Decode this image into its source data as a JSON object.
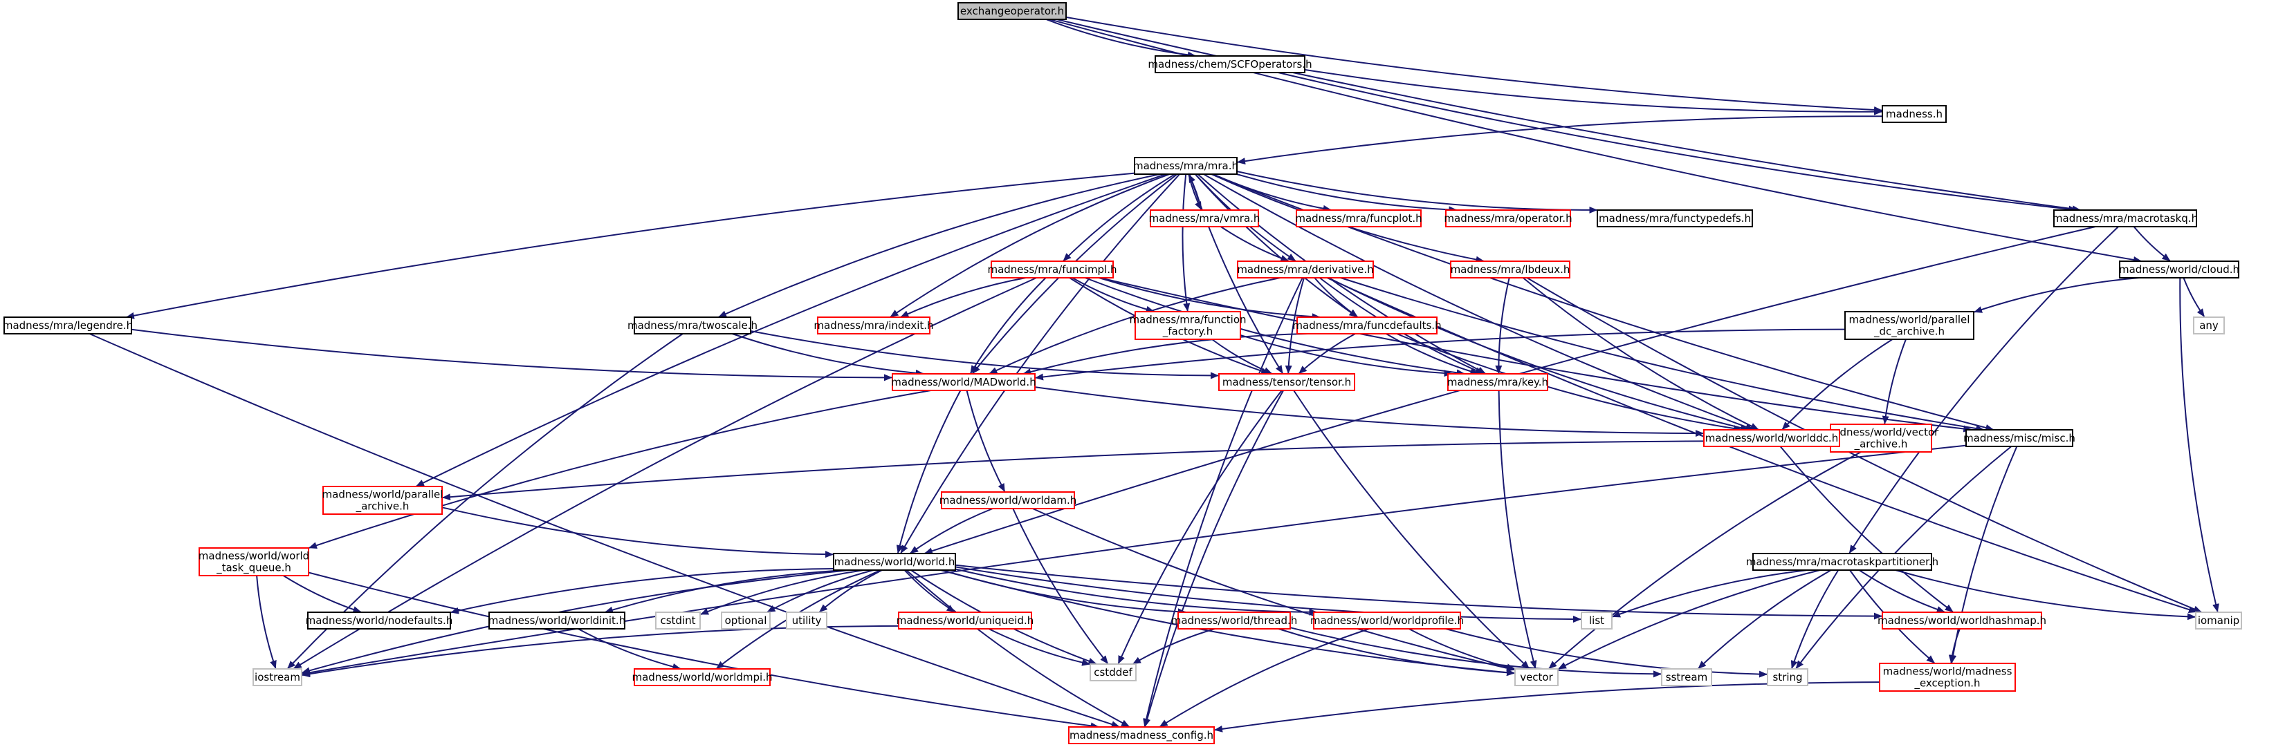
{
  "diagram": {
    "nodes": [
      {
        "id": "n_exchangeoperator",
        "lines": [
          "exchangeoperator.h"
        ],
        "kind": "root"
      },
      {
        "id": "n_scfoperators",
        "lines": [
          "madness/chem/SCFOperators.h"
        ],
        "kind": "normal"
      },
      {
        "id": "n_madness",
        "lines": [
          "madness.h"
        ],
        "kind": "normal"
      },
      {
        "id": "n_mra",
        "lines": [
          "madness/mra/mra.h"
        ],
        "kind": "normal"
      },
      {
        "id": "n_vmra",
        "lines": [
          "madness/mra/vmra.h"
        ],
        "kind": "truncated"
      },
      {
        "id": "n_funcplot",
        "lines": [
          "madness/mra/funcplot.h"
        ],
        "kind": "truncated"
      },
      {
        "id": "n_operator",
        "lines": [
          "madness/mra/operator.h"
        ],
        "kind": "truncated"
      },
      {
        "id": "n_functypedefs",
        "lines": [
          "madness/mra/functypedefs.h"
        ],
        "kind": "normal"
      },
      {
        "id": "n_macrotaskq",
        "lines": [
          "madness/mra/macrotaskq.h"
        ],
        "kind": "normal"
      },
      {
        "id": "n_cloud",
        "lines": [
          "madness/world/cloud.h"
        ],
        "kind": "normal"
      },
      {
        "id": "n_funcimpl",
        "lines": [
          "madness/mra/funcimpl.h"
        ],
        "kind": "truncated"
      },
      {
        "id": "n_derivative",
        "lines": [
          "madness/mra/derivative.h"
        ],
        "kind": "truncated"
      },
      {
        "id": "n_lbdeux",
        "lines": [
          "madness/mra/lbdeux.h"
        ],
        "kind": "truncated"
      },
      {
        "id": "n_any",
        "lines": [
          "any"
        ],
        "kind": "system"
      },
      {
        "id": "n_legendre",
        "lines": [
          "madness/mra/legendre.h"
        ],
        "kind": "normal"
      },
      {
        "id": "n_twoscale",
        "lines": [
          "madness/mra/twoscale.h"
        ],
        "kind": "normal"
      },
      {
        "id": "n_indexit",
        "lines": [
          "madness/mra/indexit.h"
        ],
        "kind": "truncated"
      },
      {
        "id": "n_function_factory",
        "lines": [
          "madness/mra/function",
          "_factory.h"
        ],
        "kind": "truncated"
      },
      {
        "id": "n_funcdefaults",
        "lines": [
          "madness/mra/funcdefaults.h"
        ],
        "kind": "truncated"
      },
      {
        "id": "n_parallel_dc_archive",
        "lines": [
          "madness/world/parallel",
          "_dc_archive.h"
        ],
        "kind": "normal"
      },
      {
        "id": "n_madworld",
        "lines": [
          "madness/world/MADworld.h"
        ],
        "kind": "truncated"
      },
      {
        "id": "n_tensor",
        "lines": [
          "madness/tensor/tensor.h"
        ],
        "kind": "truncated"
      },
      {
        "id": "n_key",
        "lines": [
          "madness/mra/key.h"
        ],
        "kind": "truncated"
      },
      {
        "id": "n_vector_archive",
        "lines": [
          "madness/world/vector",
          "_archive.h"
        ],
        "kind": "truncated"
      },
      {
        "id": "n_worlddc",
        "lines": [
          "madness/world/worlddc.h"
        ],
        "kind": "truncated"
      },
      {
        "id": "n_misc",
        "lines": [
          "madness/misc/misc.h"
        ],
        "kind": "normal"
      },
      {
        "id": "n_parallel_archive",
        "lines": [
          "madness/world/parallel",
          "_archive.h"
        ],
        "kind": "truncated"
      },
      {
        "id": "n_worldam",
        "lines": [
          "madness/world/worldam.h"
        ],
        "kind": "truncated"
      },
      {
        "id": "n_world_task_queue",
        "lines": [
          "madness/world/world",
          "_task_queue.h"
        ],
        "kind": "truncated"
      },
      {
        "id": "n_world",
        "lines": [
          "madness/world/world.h"
        ],
        "kind": "normal"
      },
      {
        "id": "n_macrotaskpartitioner",
        "lines": [
          "madness/mra/macrotaskpartitioner.h"
        ],
        "kind": "normal"
      },
      {
        "id": "n_nodefaults",
        "lines": [
          "madness/world/nodefaults.h"
        ],
        "kind": "normal"
      },
      {
        "id": "n_worldinit",
        "lines": [
          "madness/world/worldinit.h"
        ],
        "kind": "normal"
      },
      {
        "id": "n_cstdint",
        "lines": [
          "cstdint"
        ],
        "kind": "system"
      },
      {
        "id": "n_optional",
        "lines": [
          "optional"
        ],
        "kind": "system"
      },
      {
        "id": "n_utility",
        "lines": [
          "utility"
        ],
        "kind": "system"
      },
      {
        "id": "n_uniqueid",
        "lines": [
          "madness/world/uniqueid.h"
        ],
        "kind": "truncated"
      },
      {
        "id": "n_thread",
        "lines": [
          "madness/world/thread.h"
        ],
        "kind": "truncated"
      },
      {
        "id": "n_worldprofile",
        "lines": [
          "madness/world/worldprofile.h"
        ],
        "kind": "truncated"
      },
      {
        "id": "n_list",
        "lines": [
          "list"
        ],
        "kind": "system"
      },
      {
        "id": "n_worldhashmap",
        "lines": [
          "madness/world/worldhashmap.h"
        ],
        "kind": "truncated"
      },
      {
        "id": "n_iomanip",
        "lines": [
          "iomanip"
        ],
        "kind": "system"
      },
      {
        "id": "n_iostream",
        "lines": [
          "iostream"
        ],
        "kind": "system"
      },
      {
        "id": "n_worldmpi",
        "lines": [
          "madness/world/worldmpi.h"
        ],
        "kind": "truncated"
      },
      {
        "id": "n_cstddef",
        "lines": [
          "cstddef"
        ],
        "kind": "system"
      },
      {
        "id": "n_vector",
        "lines": [
          "vector"
        ],
        "kind": "system"
      },
      {
        "id": "n_sstream",
        "lines": [
          "sstream"
        ],
        "kind": "system"
      },
      {
        "id": "n_string",
        "lines": [
          "string"
        ],
        "kind": "system"
      },
      {
        "id": "n_madness_exception",
        "lines": [
          "madness/world/madness",
          "_exception.h"
        ],
        "kind": "truncated"
      },
      {
        "id": "n_madness_config",
        "lines": [
          "madness/madness_config.h"
        ],
        "kind": "truncated"
      }
    ],
    "edges": [
      [
        "n_exchangeoperator",
        "n_scfoperators"
      ],
      [
        "n_exchangeoperator",
        "n_madness"
      ],
      [
        "n_exchangeoperator",
        "n_macrotaskq"
      ],
      [
        "n_exchangeoperator",
        "n_cloud"
      ],
      [
        "n_scfoperators",
        "n_madness"
      ],
      [
        "n_scfoperators",
        "n_macrotaskq"
      ],
      [
        "n_madness",
        "n_mra"
      ],
      [
        "n_mra",
        "n_vmra"
      ],
      [
        "n_mra",
        "n_funcplot"
      ],
      [
        "n_mra",
        "n_operator"
      ],
      [
        "n_mra",
        "n_functypedefs"
      ],
      [
        "n_mra",
        "n_legendre"
      ],
      [
        "n_mra",
        "n_twoscale"
      ],
      [
        "n_mra",
        "n_indexit"
      ],
      [
        "n_mra",
        "n_funcimpl"
      ],
      [
        "n_mra",
        "n_function_factory"
      ],
      [
        "n_mra",
        "n_derivative"
      ],
      [
        "n_mra",
        "n_lbdeux"
      ],
      [
        "n_mra",
        "n_funcdefaults"
      ],
      [
        "n_mra",
        "n_madworld"
      ],
      [
        "n_mra",
        "n_tensor"
      ],
      [
        "n_mra",
        "n_key"
      ],
      [
        "n_mra",
        "n_worlddc"
      ],
      [
        "n_mra",
        "n_misc"
      ],
      [
        "n_mra",
        "n_parallel_archive"
      ],
      [
        "n_mra",
        "n_world"
      ],
      [
        "n_vmra",
        "n_mra"
      ],
      [
        "n_vmra",
        "n_derivative"
      ],
      [
        "n_macrotaskq",
        "n_cloud"
      ],
      [
        "n_macrotaskq",
        "n_macrotaskpartitioner"
      ],
      [
        "n_macrotaskq",
        "n_world"
      ],
      [
        "n_cloud",
        "n_any"
      ],
      [
        "n_cloud",
        "n_parallel_dc_archive"
      ],
      [
        "n_cloud",
        "n_iomanip"
      ],
      [
        "n_funcimpl",
        "n_indexit"
      ],
      [
        "n_funcimpl",
        "n_function_factory"
      ],
      [
        "n_funcimpl",
        "n_madworld"
      ],
      [
        "n_funcimpl",
        "n_tensor"
      ],
      [
        "n_funcimpl",
        "n_key"
      ],
      [
        "n_funcimpl",
        "n_funcdefaults"
      ],
      [
        "n_funcimpl",
        "n_iostream"
      ],
      [
        "n_funcimpl",
        "n_misc"
      ],
      [
        "n_derivative",
        "n_madworld"
      ],
      [
        "n_derivative",
        "n_funcdefaults"
      ],
      [
        "n_derivative",
        "n_tensor"
      ],
      [
        "n_derivative",
        "n_key"
      ],
      [
        "n_derivative",
        "n_worlddc"
      ],
      [
        "n_derivative",
        "n_misc"
      ],
      [
        "n_derivative",
        "n_iomanip"
      ],
      [
        "n_derivative",
        "n_madness_config"
      ],
      [
        "n_lbdeux",
        "n_key"
      ],
      [
        "n_lbdeux",
        "n_worlddc"
      ],
      [
        "n_lbdeux",
        "n_iomanip"
      ],
      [
        "n_legendre",
        "n_madworld"
      ],
      [
        "n_legendre",
        "n_madness_config"
      ],
      [
        "n_twoscale",
        "n_madworld"
      ],
      [
        "n_twoscale",
        "n_tensor"
      ],
      [
        "n_twoscale",
        "n_iostream"
      ],
      [
        "n_function_factory",
        "n_tensor"
      ],
      [
        "n_function_factory",
        "n_key"
      ],
      [
        "n_funcdefaults",
        "n_madworld"
      ],
      [
        "n_funcdefaults",
        "n_tensor"
      ],
      [
        "n_funcdefaults",
        "n_key"
      ],
      [
        "n_funcdefaults",
        "n_worlddc"
      ],
      [
        "n_parallel_dc_archive",
        "n_madworld"
      ],
      [
        "n_parallel_dc_archive",
        "n_worlddc"
      ],
      [
        "n_parallel_dc_archive",
        "n_vector_archive"
      ],
      [
        "n_madworld",
        "n_worlddc"
      ],
      [
        "n_madworld",
        "n_worldam"
      ],
      [
        "n_madworld",
        "n_world"
      ],
      [
        "n_madworld",
        "n_world_task_queue"
      ],
      [
        "n_tensor",
        "n_cstddef"
      ],
      [
        "n_tensor",
        "n_vector"
      ],
      [
        "n_tensor",
        "n_madness_config"
      ],
      [
        "n_key",
        "n_vector"
      ],
      [
        "n_vector_archive",
        "n_vector"
      ],
      [
        "n_worlddc",
        "n_parallel_archive"
      ],
      [
        "n_worlddc",
        "n_worldhashmap"
      ],
      [
        "n_misc",
        "n_iostream"
      ],
      [
        "n_misc",
        "n_string"
      ],
      [
        "n_misc",
        "n_madness_exception"
      ],
      [
        "n_parallel_archive",
        "n_world"
      ],
      [
        "n_worldam",
        "n_world"
      ],
      [
        "n_worldam",
        "n_cstddef"
      ],
      [
        "n_worldam",
        "n_vector"
      ],
      [
        "n_world_task_queue",
        "n_nodefaults"
      ],
      [
        "n_world_task_queue",
        "n_iostream"
      ],
      [
        "n_world_task_queue",
        "n_madness_config"
      ],
      [
        "n_world",
        "n_nodefaults"
      ],
      [
        "n_world",
        "n_worldinit"
      ],
      [
        "n_world",
        "n_cstdint"
      ],
      [
        "n_world",
        "n_optional"
      ],
      [
        "n_world",
        "n_utility"
      ],
      [
        "n_world",
        "n_uniqueid"
      ],
      [
        "n_world",
        "n_thread"
      ],
      [
        "n_world",
        "n_worldprofile"
      ],
      [
        "n_world",
        "n_list"
      ],
      [
        "n_world",
        "n_worldhashmap"
      ],
      [
        "n_world",
        "n_iostream"
      ],
      [
        "n_world",
        "n_worldmpi"
      ],
      [
        "n_world",
        "n_cstddef"
      ],
      [
        "n_world",
        "n_vector"
      ],
      [
        "n_world",
        "n_madness_config"
      ],
      [
        "n_macrotaskpartitioner",
        "n_list"
      ],
      [
        "n_macrotaskpartitioner",
        "n_vector"
      ],
      [
        "n_macrotaskpartitioner",
        "n_sstream"
      ],
      [
        "n_macrotaskpartitioner",
        "n_string"
      ],
      [
        "n_macrotaskpartitioner",
        "n_iomanip"
      ],
      [
        "n_macrotaskpartitioner",
        "n_madness_exception"
      ],
      [
        "n_macrotaskpartitioner",
        "n_worldhashmap"
      ],
      [
        "n_worldinit",
        "n_worldmpi"
      ],
      [
        "n_uniqueid",
        "n_iostream"
      ],
      [
        "n_uniqueid",
        "n_cstddef"
      ],
      [
        "n_thread",
        "n_cstddef"
      ],
      [
        "n_thread",
        "n_vector"
      ],
      [
        "n_thread",
        "n_sstream"
      ],
      [
        "n_worldprofile",
        "n_vector"
      ],
      [
        "n_worldprofile",
        "n_string"
      ],
      [
        "n_worldprofile",
        "n_madness_config"
      ],
      [
        "n_worldhashmap",
        "n_madness_exception"
      ],
      [
        "n_madness_exception",
        "n_madness_config"
      ]
    ]
  },
  "colors": {
    "edge": "#191970",
    "normal_border": "#000000",
    "truncated_border": "#ff0000",
    "system_border": "#bfbfbf",
    "root_fill": "#bfbfbf",
    "fill": "#ffffff"
  }
}
